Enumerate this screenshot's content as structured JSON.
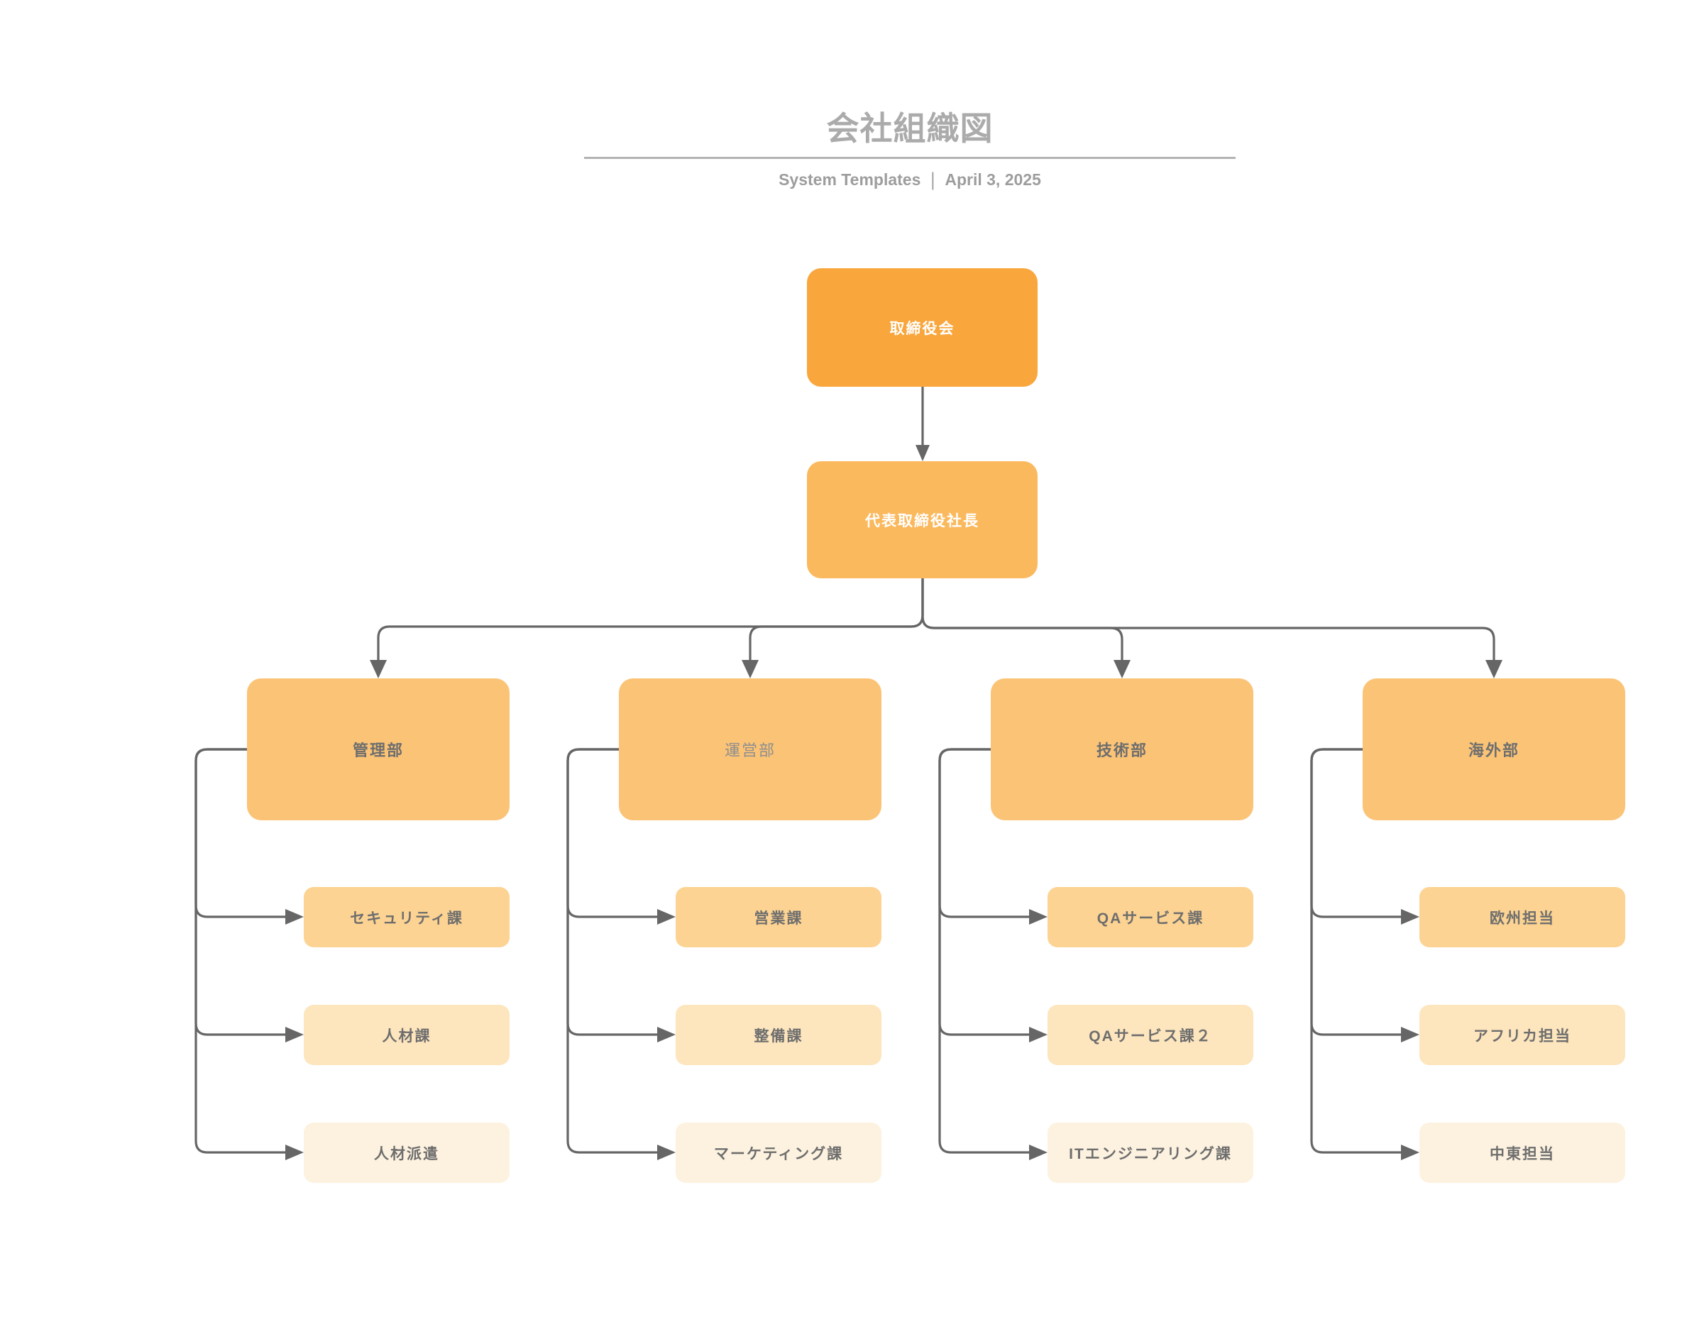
{
  "header": {
    "title": "会社組織図",
    "subtitle_left": "System Templates",
    "subtitle_separator": "|",
    "subtitle_right": "April 3, 2025"
  },
  "org": {
    "root": {
      "label": "取締役会"
    },
    "ceo": {
      "label": "代表取締役社長"
    },
    "departments": [
      {
        "label": "管理部",
        "children": [
          "セキュリティ課",
          "人材課",
          "人材派遣"
        ]
      },
      {
        "label": "運営部",
        "children": [
          "営業課",
          "整備課",
          "マーケティング課"
        ]
      },
      {
        "label": "技術部",
        "children": [
          "QAサービス課",
          "QAサービス課２",
          "ITエンジニアリング課"
        ]
      },
      {
        "label": "海外部",
        "children": [
          "欧州担当",
          "アフリカ担当",
          "中東担当"
        ]
      }
    ]
  },
  "colors": {
    "level_1": "#F9A63C",
    "level_2": "#FBB95E",
    "level_3": "#FBC376",
    "child_row_1": "#FCD392",
    "child_row_2": "#FDE5BD",
    "child_row_3": "#FDF2DF",
    "connector": "#666666",
    "text_on_orange": "#FFFFFF",
    "node_text": "#6E6E6E",
    "muted_node_text": "#8E8E8E",
    "title_text": "#ABABAB",
    "subtitle_text": "#9D9D9D",
    "divider": "#B3B3B3",
    "background": "#FFFFFF"
  }
}
